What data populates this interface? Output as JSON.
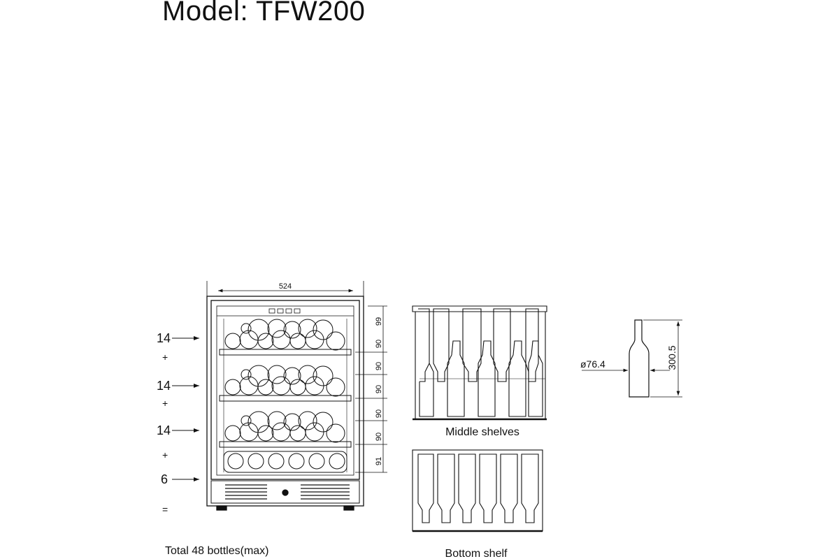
{
  "title": "Model: TFW200",
  "width_label": "524",
  "shelf_heights": [
    "99",
    "90",
    "90",
    "90",
    "90",
    "90",
    "91"
  ],
  "capacity": {
    "counts": [
      "14",
      "14",
      "14",
      "6"
    ],
    "operators": [
      "+",
      "+",
      "+",
      "="
    ],
    "total_label": "Total 48 bottles(max)"
  },
  "middle_shelves_label": "Middle shelves",
  "bottom_shelf_label": "Bottom shelf",
  "bottle": {
    "diameter_label": "ø76.4",
    "height_label": "300.5"
  }
}
